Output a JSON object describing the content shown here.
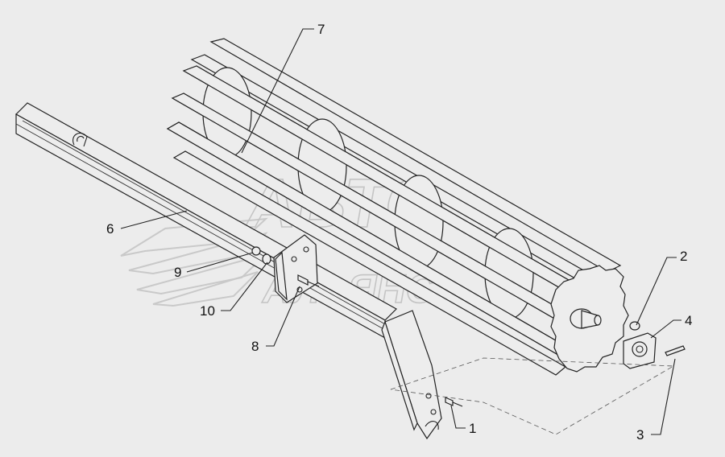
{
  "watermark": {
    "line1": "АВТО",
    "line2": "АЛЬЯНС"
  },
  "callouts": [
    {
      "id": "1",
      "text": "1"
    },
    {
      "id": "2",
      "text": "2"
    },
    {
      "id": "3",
      "text": "3"
    },
    {
      "id": "4",
      "text": "4"
    },
    {
      "id": "6",
      "text": "6"
    },
    {
      "id": "7",
      "text": "7"
    },
    {
      "id": "8",
      "text": "8"
    },
    {
      "id": "9",
      "text": "9"
    },
    {
      "id": "10",
      "text": "10"
    }
  ],
  "colors": {
    "background": "#ececec",
    "line": "#222222",
    "watermark": "#c4c4c4"
  }
}
